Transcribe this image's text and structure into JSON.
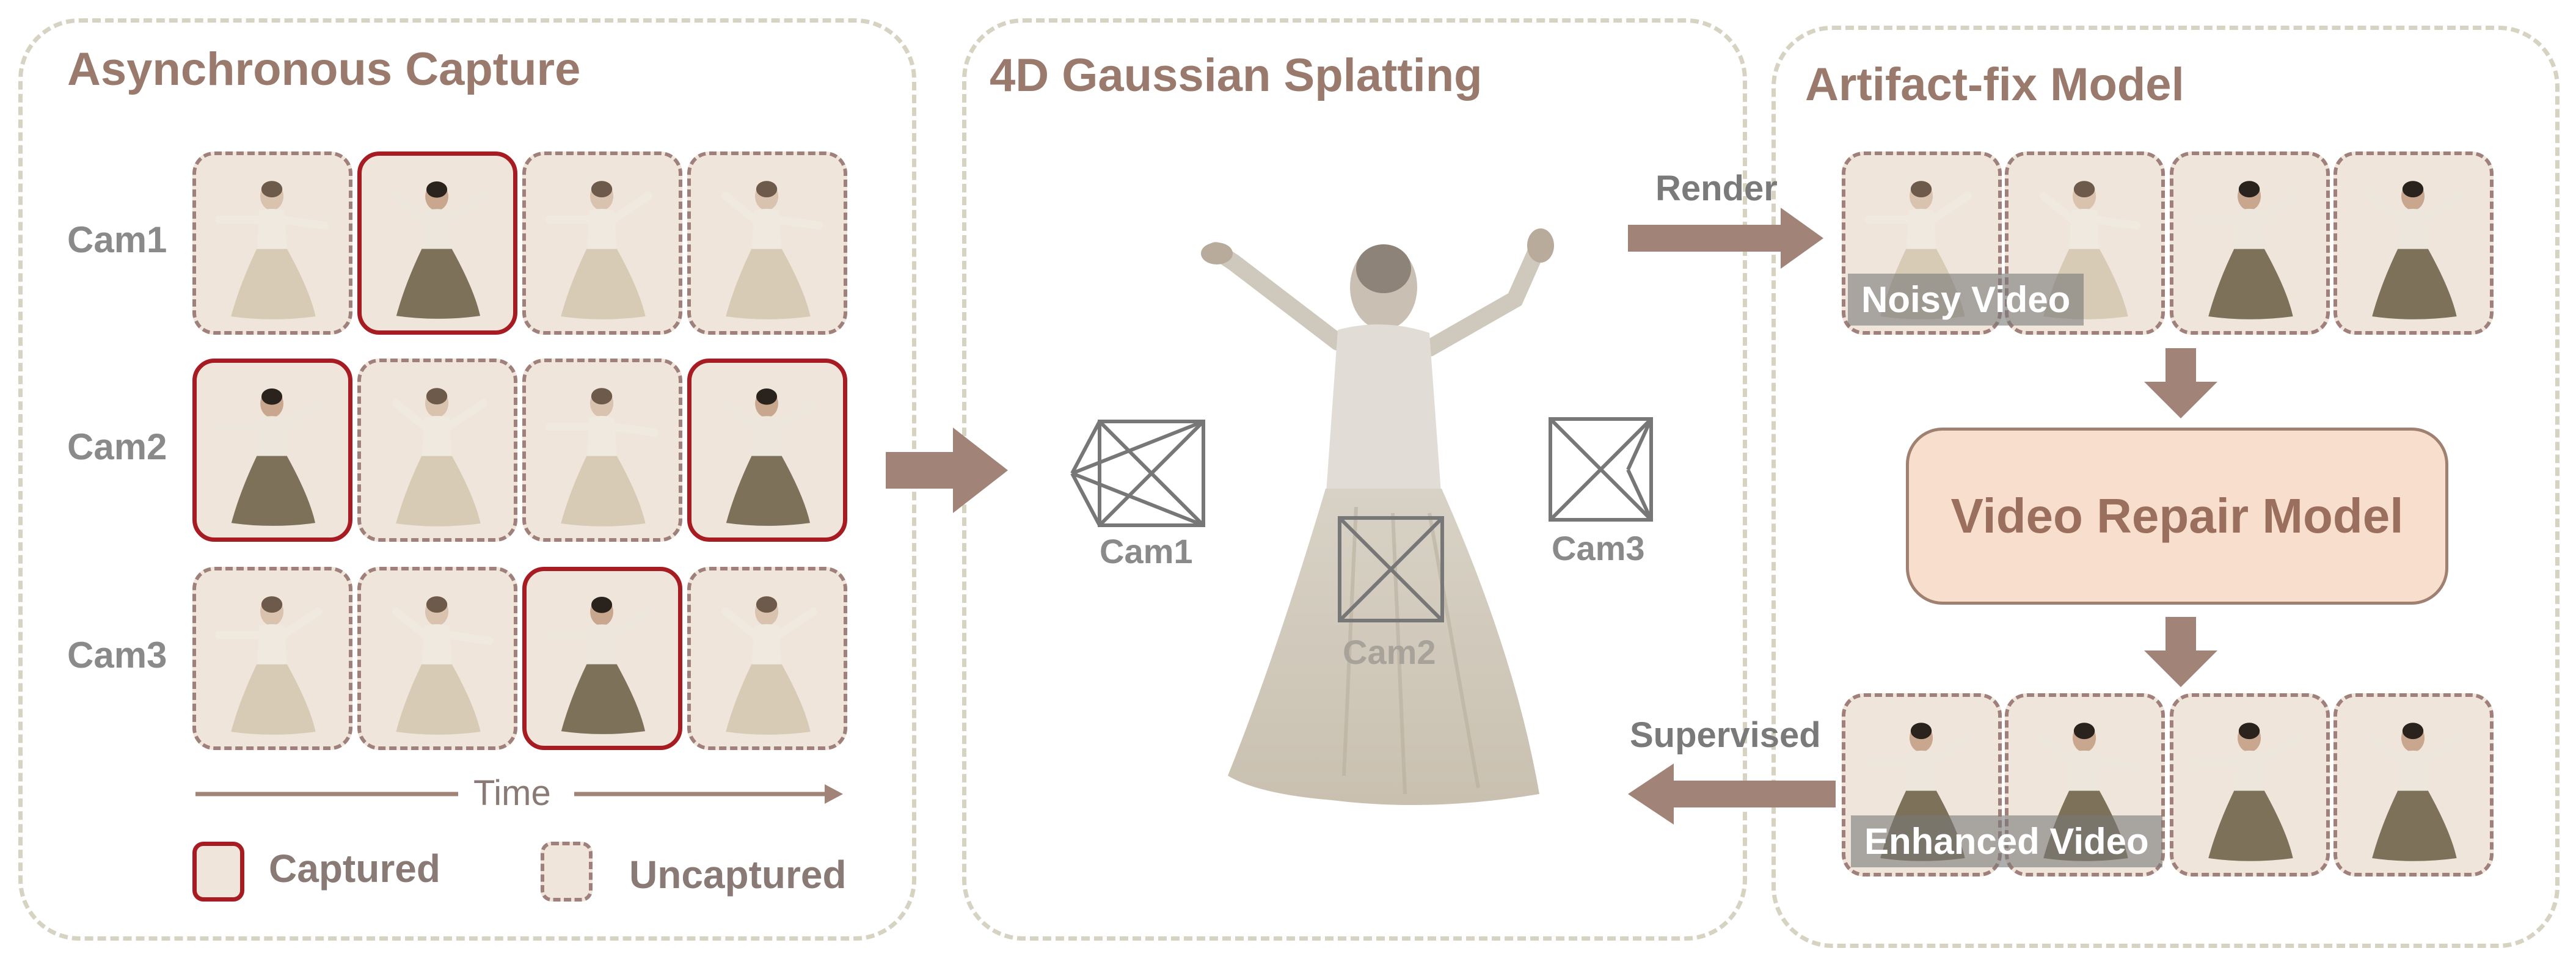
{
  "panels": {
    "capture": {
      "title": "Asynchronous Capture"
    },
    "splatting": {
      "title": "4D Gaussian Splatting"
    },
    "fix": {
      "title": "Artifact-fix Model"
    }
  },
  "capture_rows": [
    {
      "label": "Cam1",
      "frames": [
        "uncaptured",
        "captured",
        "uncaptured",
        "uncaptured"
      ]
    },
    {
      "label": "Cam2",
      "frames": [
        "captured",
        "uncaptured",
        "uncaptured",
        "captured"
      ]
    },
    {
      "label": "Cam3",
      "frames": [
        "uncaptured",
        "uncaptured",
        "captured",
        "uncaptured"
      ]
    }
  ],
  "time_label": "Time",
  "legend": {
    "captured": "Captured",
    "uncaptured": "Uncaptured"
  },
  "cameras": {
    "cam1": "Cam1",
    "cam2": "Cam2",
    "cam3": "Cam3"
  },
  "fix": {
    "render_label": "Render",
    "noisy_label": "Noisy Video",
    "repair_label": "Video Repair Model",
    "enhanced_label": "Enhanced Video",
    "supervised_label": "Supervised"
  },
  "colors": {
    "arrow": "#a28377",
    "captured_border": "#a61c22",
    "uncaptured_border": "#a0807a",
    "panel_border": "#d7d3c3",
    "repair_fill": "#f8dfcd"
  }
}
